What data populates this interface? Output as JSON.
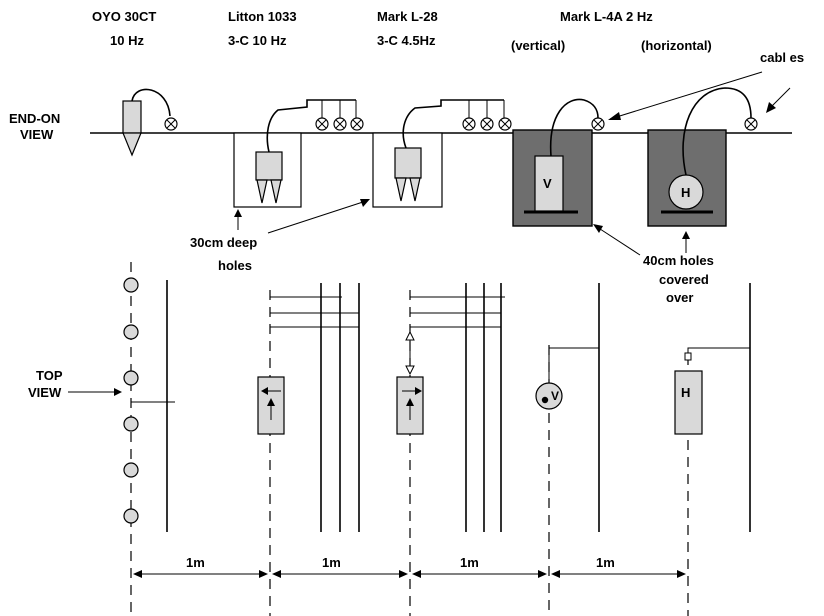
{
  "headers": [
    {
      "line1": "OYO 30CT",
      "line2": "10 Hz"
    },
    {
      "line1": "Litton 1033",
      "line2": "3-C  10 Hz"
    },
    {
      "line1": "Mark L-28",
      "line2": "3-C  4.5Hz"
    },
    {
      "line1": "Mark L-4A  2 Hz",
      "line2": "(vertical)"
    },
    {
      "line1": "",
      "line2": "(horizontal)"
    }
  ],
  "labels": {
    "cables": "cabl es",
    "end_on_1": "END-ON",
    "end_on_2": "VIEW",
    "top_view_1": "TOP",
    "top_view_2": "VIEW",
    "deep_holes_1": "30cm deep",
    "deep_holes_2": "holes",
    "covered_1": "40cm holes",
    "covered_2": "covered",
    "covered_3": "over",
    "v_marker": "V",
    "h_marker": "H",
    "top_v": "V",
    "top_h": "H"
  },
  "spacing": [
    "1m",
    "1m",
    "1m",
    "1m"
  ],
  "colors": {
    "geophone_fill": "#d9d9d9",
    "covered_hole_fill": "#6e6e6e",
    "line": "#000000"
  }
}
